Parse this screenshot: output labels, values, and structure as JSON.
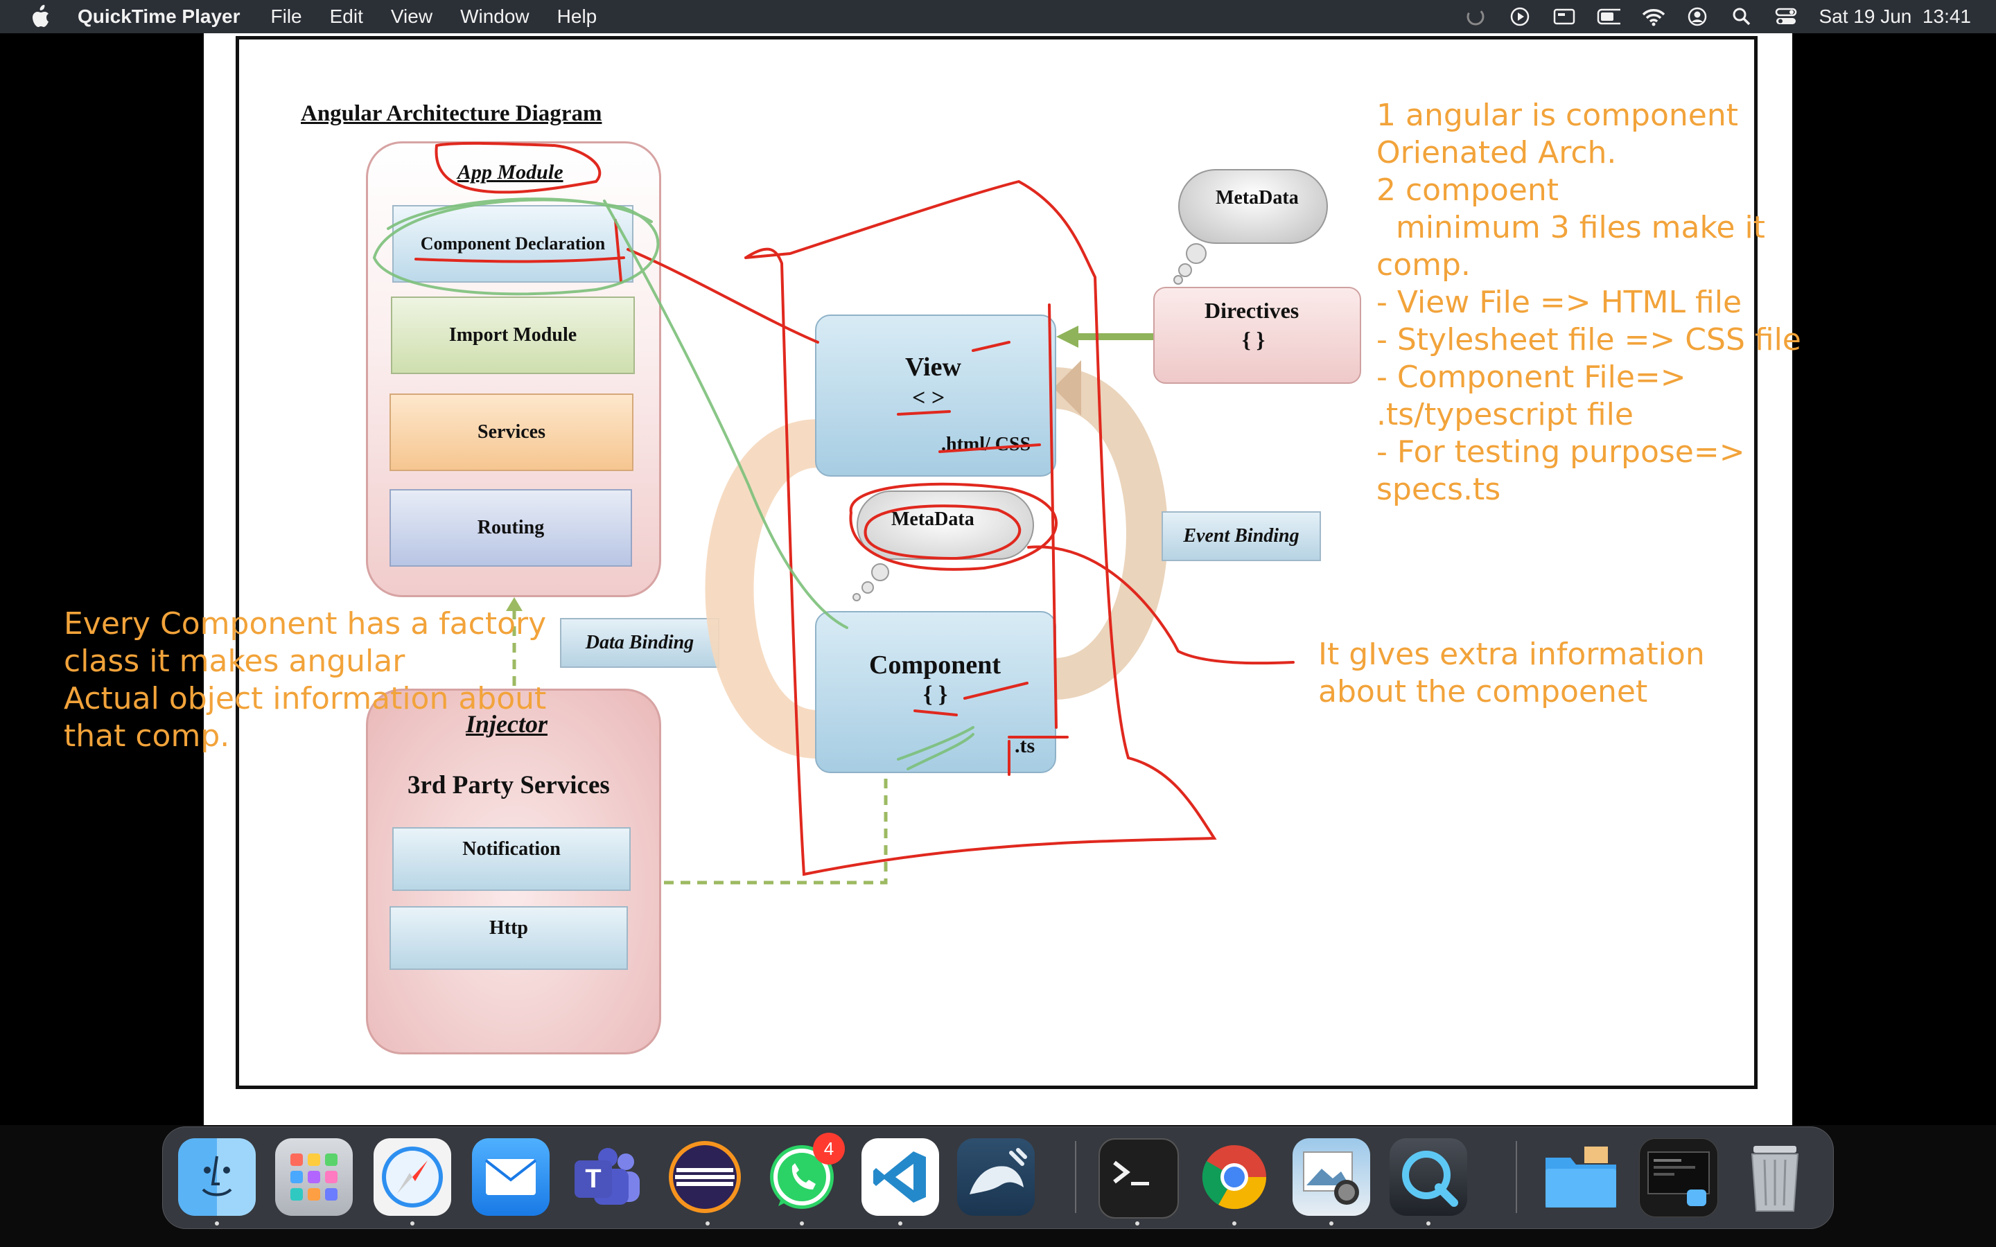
{
  "menubar": {
    "app_name": "QuickTime Player",
    "menus": [
      "File",
      "Edit",
      "View",
      "Window",
      "Help"
    ],
    "clock": "Sat 19 Jun  13:41",
    "status_icons": [
      "siri-icon",
      "play-icon",
      "display-icon",
      "battery-icon",
      "wifi-icon",
      "user-icon",
      "spotlight-icon",
      "control-center-icon"
    ]
  },
  "slide": {
    "title": "Angular Architecture Diagram",
    "app_module": {
      "label": "App Module",
      "items": [
        "Component Declaration",
        "Import Module",
        "Services",
        "Routing"
      ]
    },
    "injector": {
      "label": "Injector",
      "subtitle": "3rd Party Services",
      "items": [
        "Notification",
        "Http"
      ]
    },
    "view": {
      "title": "View",
      "symbol": "< >",
      "ext": ".html/ CSS"
    },
    "component": {
      "title": "Component",
      "symbol": "{ }",
      "ext": ".ts"
    },
    "metadata_center": "MetaData",
    "metadata_top": "MetaData",
    "directives": {
      "title": "Directives",
      "symbol": "{ }"
    },
    "event_binding": "Event Binding",
    "data_binding": "Data Binding"
  },
  "annotations": {
    "right_notes": "1 angular is component\nOrienated Arch.\n2 compoent\n  minimum 3 files make it\ncomp.\n- View File => HTML file\n- Stylesheet file => CSS file\n- Component File=>\n.ts/typescript file\n- For testing purpose=>\nspecs.ts",
    "left_notes": "Every Component has a factory\nclass it makes angular\nActual object information about\nthat comp.",
    "metadata_note": "It gIves extra information\nabout the compoenet"
  },
  "dock": {
    "apps": [
      {
        "name": "Finder",
        "icon": "finder-icon"
      },
      {
        "name": "Launchpad",
        "icon": "launchpad-icon"
      },
      {
        "name": "Safari",
        "icon": "safari-icon"
      },
      {
        "name": "Mail",
        "icon": "mail-icon"
      },
      {
        "name": "Microsoft Teams",
        "icon": "teams-icon"
      },
      {
        "name": "Eclipse",
        "icon": "eclipse-icon"
      },
      {
        "name": "WhatsApp",
        "icon": "whatsapp-icon",
        "badge": "4"
      },
      {
        "name": "Visual Studio Code",
        "icon": "vscode-icon"
      },
      {
        "name": "MySQL Workbench",
        "icon": "mysql-icon"
      },
      {
        "name": "Terminal",
        "icon": "terminal-icon"
      },
      {
        "name": "Google Chrome",
        "icon": "chrome-icon"
      },
      {
        "name": "Preview",
        "icon": "preview-icon"
      },
      {
        "name": "QuickTime Player",
        "icon": "quicktime-icon"
      },
      {
        "name": "Downloads",
        "icon": "folder-icon"
      },
      {
        "name": "Screenshot",
        "icon": "screenshot-icon"
      },
      {
        "name": "Trash",
        "icon": "trash-icon"
      }
    ]
  },
  "colors": {
    "annotation": "#f2a33a",
    "pen_red": "#e0281e",
    "pen_green": "#7cc07a",
    "menubar": "#2b2f36"
  }
}
